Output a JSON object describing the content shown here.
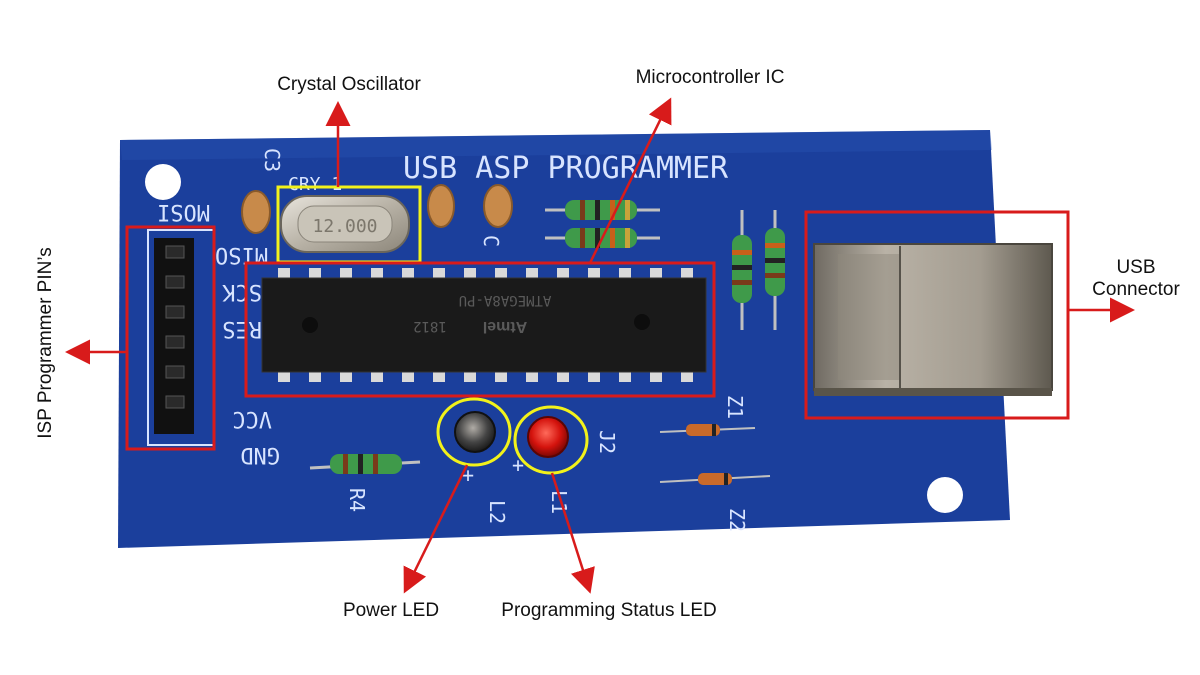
{
  "board": {
    "title": "USB ASP PROGRAMMER",
    "silkscreen": {
      "crystal": "CRY 1",
      "crystal_value": "12.000",
      "cap_c3": "C3",
      "cap_c": "C",
      "pin_mosi": "MOSI",
      "pin_miso": "MISO",
      "pin_sck": "SCK",
      "pin_res": "RES",
      "pin_vcc": "VCC",
      "pin_gnd": "GND",
      "ic_marking": "ATMEGA8A-PU",
      "ic_date": "1812",
      "ic_brand": "Atmel",
      "resistor_r4": "R4",
      "led_l2": "L2",
      "led_l1": "L1",
      "jumper": "J2",
      "zener_z1": "Z1",
      "zener_z2": "Z2",
      "plus_sign": "+",
      "minus_sign": "-"
    },
    "colors": {
      "pcb": "#1b3f9c",
      "highlight_red": "#d81b1b",
      "highlight_yellow": "#f2f21a",
      "arrow": "#d81b1b"
    }
  },
  "annotations": {
    "crystal_oscillator": "Crystal Oscillator",
    "microcontroller_ic": "Microcontroller IC",
    "isp_pins": "ISP Programmer PIN’s",
    "usb_connector_line1": "USB",
    "usb_connector_line2": "Connector",
    "power_led": "Power LED",
    "programming_status_led": "Programming Status LED"
  }
}
